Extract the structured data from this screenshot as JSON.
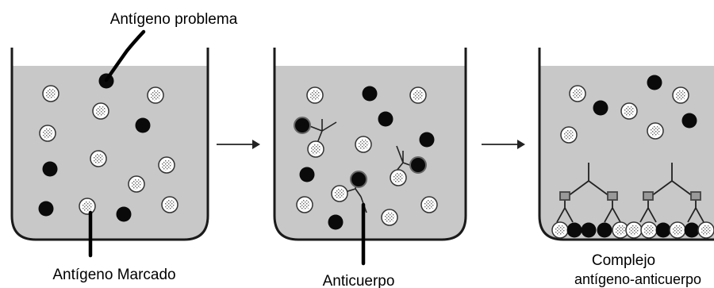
{
  "labels": {
    "antigeno_problema": "Antígeno problema",
    "antigeno_marcado": "Antígeno Marcado",
    "anticuerpo": "Anticuerpo",
    "complejo_line1": "Complejo",
    "complejo_line2": "antígeno-anticuerpo"
  },
  "colors": {
    "liquid": "#c8c8c8",
    "vessel_stroke": "#1a1a1a",
    "unlabeled_antigen": "#0a0a0a",
    "labeled_antigen_fill": "#ffffff",
    "arrow": "#222222"
  }
}
